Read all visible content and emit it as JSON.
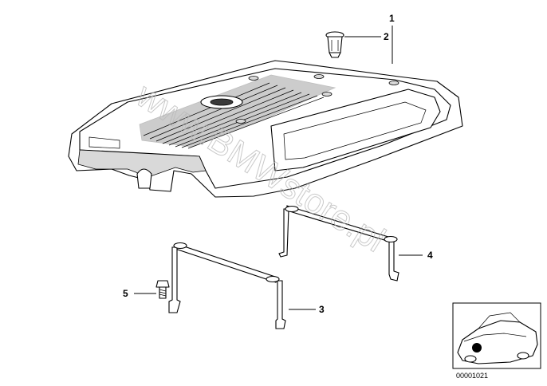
{
  "watermark": "www.BMWstore.pl",
  "callouts": {
    "c1": "1",
    "c2": "2",
    "c3": "3",
    "c4": "4",
    "c5": "5"
  },
  "thumbnail": {
    "reference_number": "00001021"
  },
  "colors": {
    "line": "#000000",
    "shade": "#d9d9d9",
    "watermark": "#b8b8b8"
  }
}
